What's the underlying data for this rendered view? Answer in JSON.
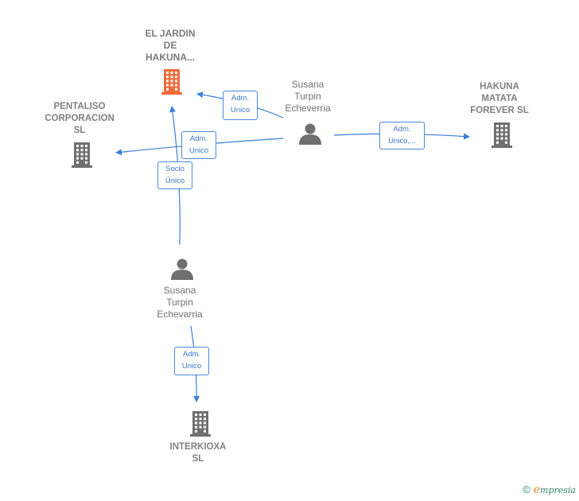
{
  "nodes": {
    "el_jardin": {
      "label": "EL JARDIN\nDE\nHAKUNA...",
      "type": "company",
      "color": "#f26b3a",
      "icon": "building-icon"
    },
    "pentaliso": {
      "label": "PENTALISO\nCORPORACION\nSL",
      "type": "company",
      "color": "#707070",
      "icon": "building-icon"
    },
    "hakuna_matata": {
      "label": "HAKUNA\nMATATA\nFOREVER  SL",
      "type": "company",
      "color": "#707070",
      "icon": "building-icon"
    },
    "interkioxa": {
      "label": "INTERKIOXA\nSL",
      "type": "company",
      "color": "#707070",
      "icon": "building-icon"
    },
    "susana_top": {
      "label": "Susana\nTurpin\nEcheverria",
      "type": "person",
      "color": "#707070",
      "icon": "person-icon"
    },
    "susana_bottom": {
      "label": "Susana\nTurpin\nEchevarria",
      "type": "person",
      "color": "#707070",
      "icon": "person-icon"
    }
  },
  "edges": [
    {
      "from": "susana_top",
      "to": "el_jardin",
      "label": "Adm.\nUnico"
    },
    {
      "from": "susana_top",
      "to": "pentaliso",
      "label": "Adm.\nUnico"
    },
    {
      "from": "susana_top",
      "to": "hakuna_matata",
      "label": "Adm.\nUnico,..."
    },
    {
      "from": "susana_bottom",
      "to": "el_jardin",
      "label": "Socio\nÚnico"
    },
    {
      "from": "susana_bottom",
      "to": "interkioxa",
      "label": "Adm.\nUnico"
    }
  ],
  "edge_color": "#3a7fd5",
  "watermark": {
    "copyright": "©",
    "brand_initial": "e",
    "brand_rest": "mpresia"
  }
}
